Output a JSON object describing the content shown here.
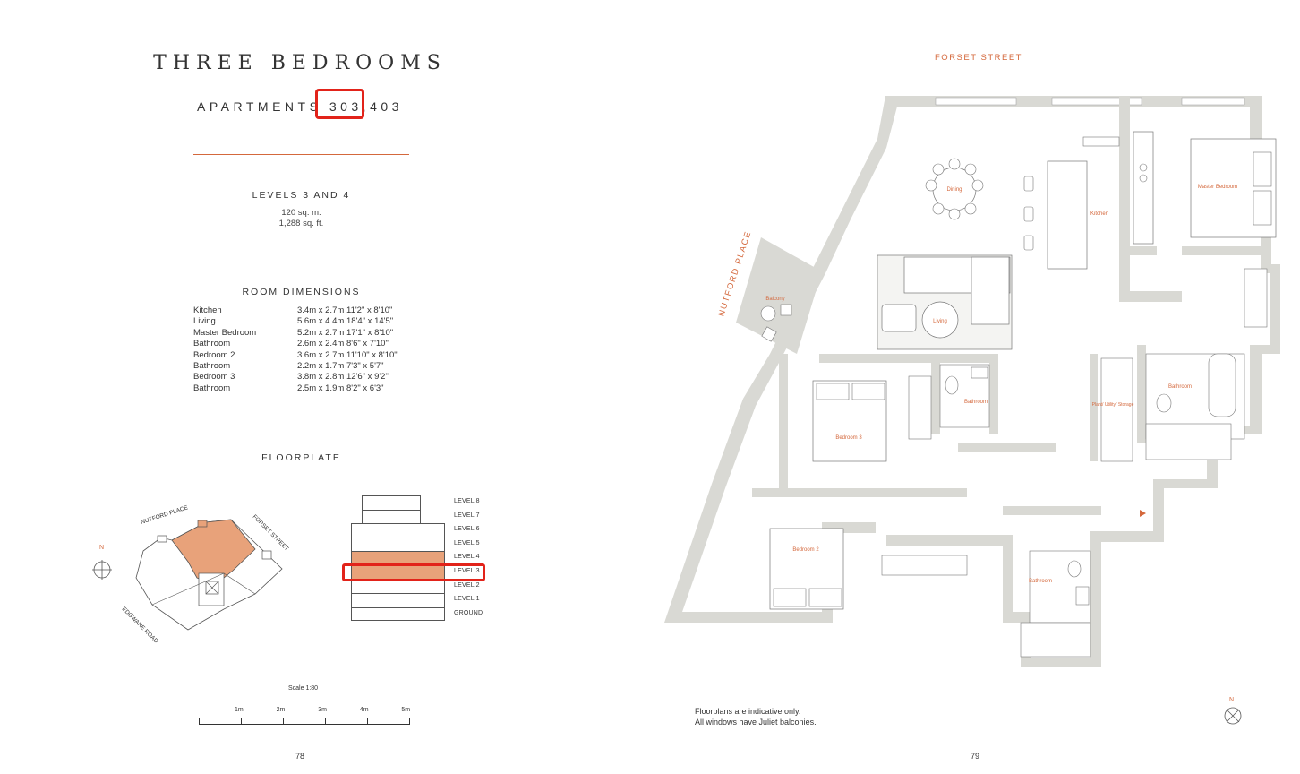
{
  "left": {
    "title": "THREE BEDROOMS",
    "subtitle": "APARTMENTS 303,403",
    "levels_heading": "LEVELS 3 AND 4",
    "area_sqm": "120 sq. m.",
    "area_sqft": "1,288 sq. ft.",
    "room_dimensions_heading": "ROOM DIMENSIONS",
    "rooms": [
      {
        "name": "Kitchen",
        "metric": "3.4m x 2.7m",
        "imperial": "11'2\" x 8'10\""
      },
      {
        "name": "Living",
        "metric": "5.6m x 4.4m",
        "imperial": "18'4\" x 14'5\""
      },
      {
        "name": "Master Bedroom",
        "metric": "5.2m x 2.7m",
        "imperial": "17'1\" x 8'10\""
      },
      {
        "name": "Bathroom",
        "metric": "2.6m x 2.4m",
        "imperial": "8'6\" x 7'10\""
      },
      {
        "name": "Bedroom 2",
        "metric": "3.6m x 2.7m",
        "imperial": "11'10\" x 8'10\""
      },
      {
        "name": "Bathroom",
        "metric": "2.2m x 1.7m",
        "imperial": "7'3\" x 5'7\""
      },
      {
        "name": "Bedroom 3",
        "metric": "3.8m x 2.8m",
        "imperial": "12'6\" x 9'2\""
      },
      {
        "name": "Bathroom",
        "metric": "2.5m x 1.9m",
        "imperial": "8'2\" x 6'3\""
      }
    ],
    "floorplate_heading": "FLOORPLATE",
    "floorplate_streets": {
      "nutford": "NUTFORD PLACE",
      "forset": "FORSET STREET",
      "edgware": "EDGWARE ROAD",
      "north": "N"
    },
    "levels": [
      "LEVEL 8",
      "LEVEL 7",
      "LEVEL 6",
      "LEVEL 5",
      "LEVEL 4",
      "LEVEL 3",
      "LEVEL 2",
      "LEVEL 1",
      "GROUND"
    ],
    "highlighted_levels": [
      "LEVEL 4",
      "LEVEL 3"
    ],
    "scale_label": "Scale 1:80",
    "scale_marks": [
      "1m",
      "2m",
      "3m",
      "4m",
      "5m"
    ],
    "page_number": "78"
  },
  "right": {
    "street_top": "FORSET STREET",
    "street_left": "NUTFORD PLACE",
    "rooms": {
      "dining": "Dining",
      "kitchen": "Kitchen",
      "master": "Master Bedroom",
      "living": "Living",
      "balcony": "Balcony",
      "bathroom": "Bathroom",
      "bedroom3": "Bedroom 3",
      "bedroom2": "Bedroom 2",
      "plant": "Plant/ Utility/ Storage"
    },
    "note_line1": "Floorplans are indicative only.",
    "note_line2": "All windows have Juliet balconies.",
    "north": "N",
    "page_number": "79"
  },
  "colors": {
    "accent": "#d4683c",
    "highlight": "#e2231a",
    "wall": "#d8d8d4",
    "orange_fill": "#e8a27a"
  }
}
